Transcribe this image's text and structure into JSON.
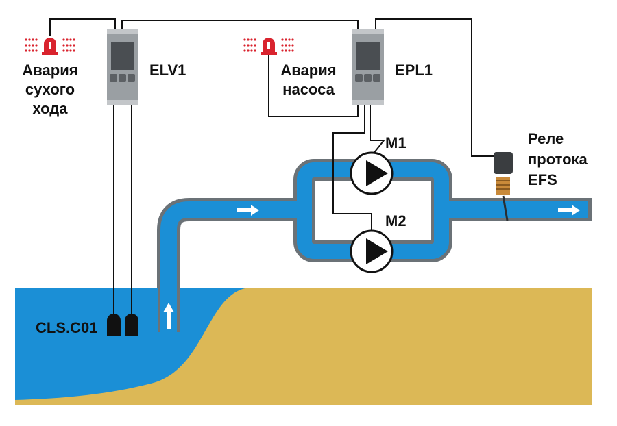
{
  "labels": {
    "dry_run_alarm": [
      "Авария",
      "сухого",
      "хода"
    ],
    "elv1": "ELV1",
    "pump_alarm": [
      "Авария",
      "насоса"
    ],
    "epl1": "EPL1",
    "m1": "M1",
    "m2": "M2",
    "flow_relay": [
      "Реле",
      "протока",
      "EFS"
    ],
    "sensor": "CLS.C01"
  },
  "colors": {
    "water": "#1b8fd6",
    "pipe_border": "#6b7277",
    "sand": "#dcb856",
    "alarm": "#d9232e",
    "relay_body": "#9a9fa3",
    "wire": "#111111"
  },
  "icons": [
    "alarm-beacon-icon",
    "pump-icon",
    "flow-arrow-icon",
    "level-probe-icon"
  ]
}
